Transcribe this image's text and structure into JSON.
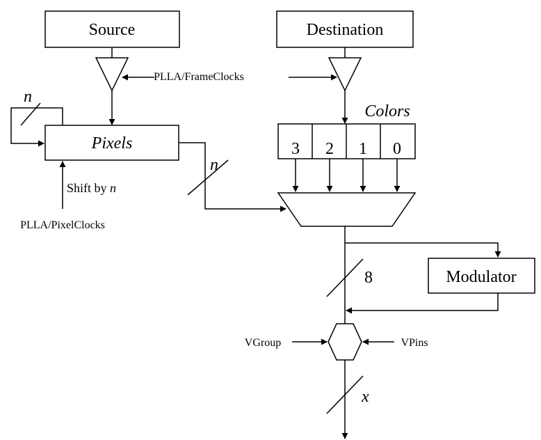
{
  "blocks": {
    "source": "Source",
    "destination": "Destination",
    "pixels": "Pixels",
    "colors_label": "Colors",
    "modulator": "Modulator"
  },
  "colors": [
    "3",
    "2",
    "1",
    "0"
  ],
  "labels": {
    "frame_clocks": "PLLA/FrameClocks",
    "pixel_clocks": "PLLA/PixelClocks",
    "shift_prefix": "Shift by ",
    "shift_var": "n",
    "vgroup": "VGroup",
    "vpins": "VPins"
  },
  "bus_widths": {
    "feedback": "n",
    "pixels_out": "n",
    "mux_out": "8",
    "output": "x"
  }
}
